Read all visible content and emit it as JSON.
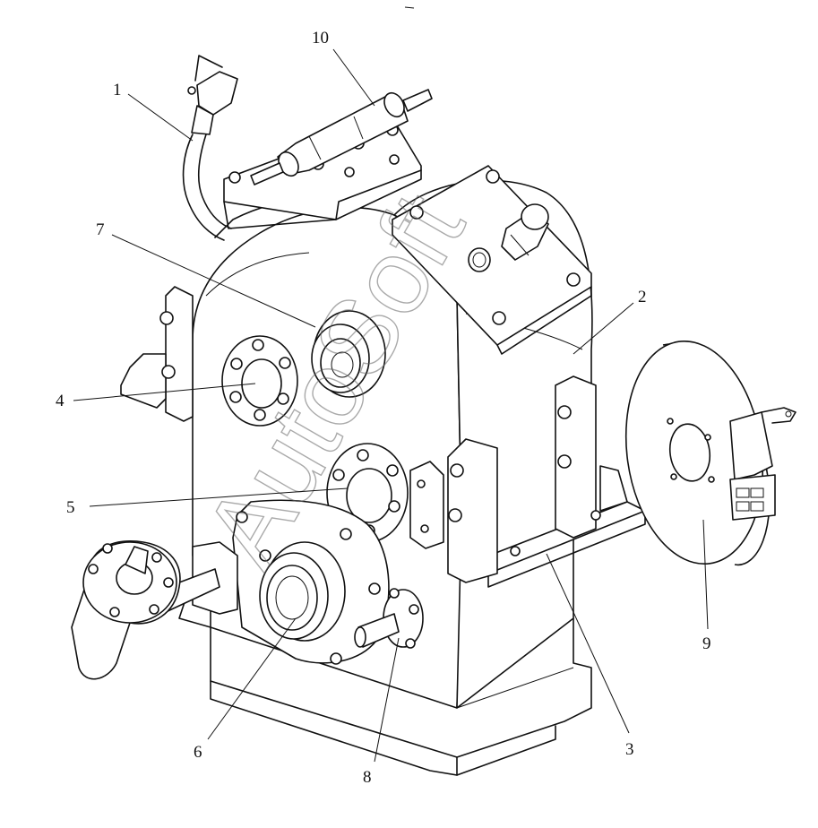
{
  "diagram": {
    "callouts": [
      {
        "id": "c1",
        "label": "1"
      },
      {
        "id": "c2",
        "label": "2"
      },
      {
        "id": "c3",
        "label": "3"
      },
      {
        "id": "c4",
        "label": "4"
      },
      {
        "id": "c5",
        "label": "5"
      },
      {
        "id": "c6",
        "label": "6"
      },
      {
        "id": "c7",
        "label": "7"
      },
      {
        "id": "c8",
        "label": "8"
      },
      {
        "id": "c9",
        "label": "9"
      },
      {
        "id": "c10",
        "label": "10"
      }
    ],
    "watermark": "AutoSoft"
  }
}
